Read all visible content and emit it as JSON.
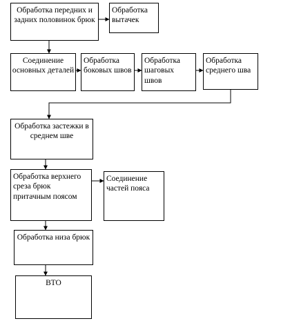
{
  "nodes": {
    "front_back_halves": "Обработка передних и задних половинок брюк",
    "darts": "Обработка вытачек",
    "join_main_parts": "Соединение основных деталей",
    "side_seams": "Обработка боковых швов",
    "inseams": "Обработка шаговых швов",
    "middle_seam": "Обработка среднего шва",
    "fastener": "Обработка застежки в среднем шве",
    "waistband": "Обработка верхнего среза брюк притачным поясом",
    "belt_parts": "Соединение частей пояса",
    "hem": "Обработка низа брюк",
    "vto": "ВТО"
  }
}
